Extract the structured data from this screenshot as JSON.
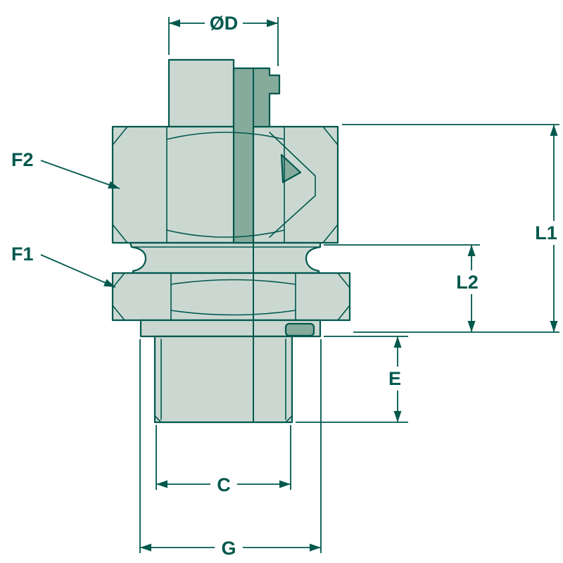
{
  "diagram": {
    "type": "technical-drawing",
    "subject": "hydraulic-fitting-cross-section",
    "labels": {
      "diameter": "ØD",
      "f2": "F2",
      "f1": "F1",
      "l1": "L1",
      "l2": "L2",
      "e": "E",
      "c": "C",
      "g": "G"
    },
    "colors": {
      "line": "#00584d",
      "fill_light": "#cbd8d2",
      "fill_dark": "#85ab9d",
      "background": "#ffffff",
      "label": "#00584d"
    }
  }
}
